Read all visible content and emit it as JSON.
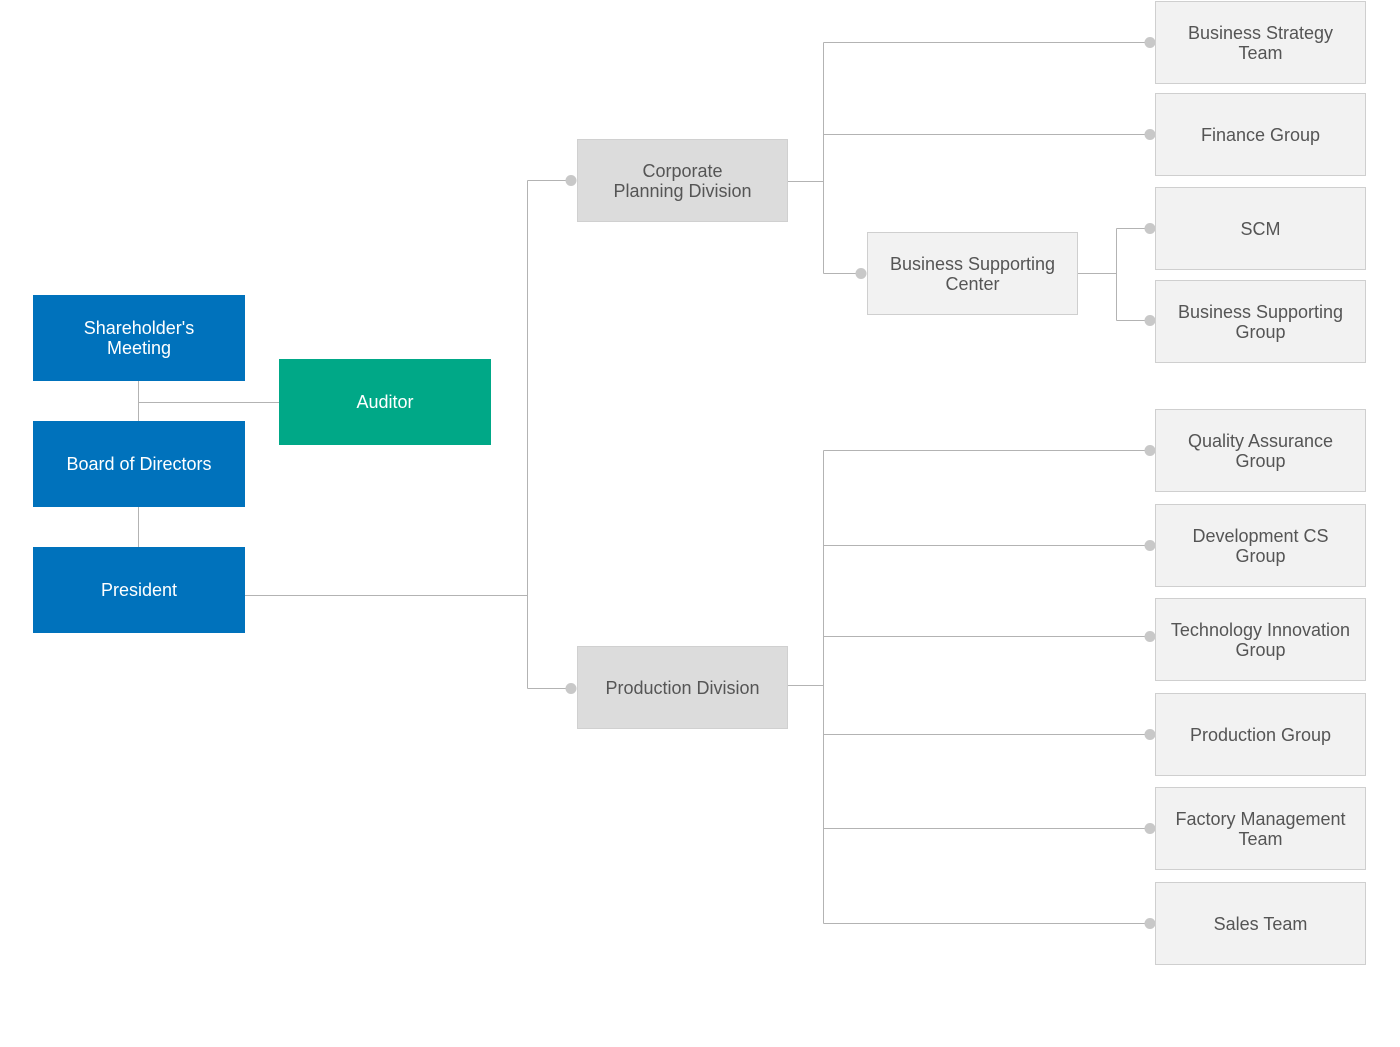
{
  "top": {
    "shareholders": "Shareholder's\nMeeting",
    "board": "Board of Directors",
    "president": "President",
    "auditor": "Auditor"
  },
  "divisions": {
    "corporate": "Corporate\nPlanning Division",
    "production": "Production Division"
  },
  "center": {
    "business_supporting": "Business Supporting\nCenter"
  },
  "corporate_units": {
    "strategy": "Business Strategy\nTeam",
    "finance": "Finance Group"
  },
  "center_units": {
    "scm": "SCM",
    "support_group": "Business Supporting\nGroup"
  },
  "production_units": {
    "qa": "Quality Assurance\nGroup",
    "dev_cs": "Development CS Group",
    "tech": "Technology Innovation\nGroup",
    "production": "Production Group",
    "factory": "Factory Management\nTeam",
    "sales": "Sales Team"
  },
  "colors": {
    "executive": "#0072bc",
    "auditor": "#00a887",
    "division": "#dcdcdc",
    "unit": "#f2f2f2",
    "connector": "#b3b3b3"
  }
}
